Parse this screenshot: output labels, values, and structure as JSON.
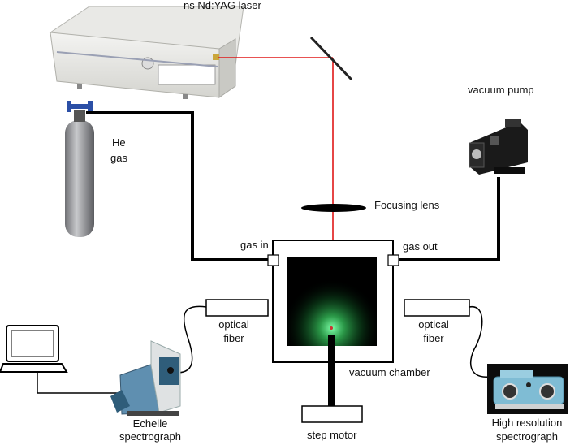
{
  "labels": {
    "laser": "ns Nd:YAG laser",
    "vacuum_pump": "vacuum pump",
    "he_gas_line1": "He",
    "he_gas_line2": "gas",
    "focusing_lens": "Focusing lens",
    "gas_in": "gas in",
    "gas_out": "gas out",
    "optical_fiber_left_line1": "optical",
    "optical_fiber_left_line2": "fiber",
    "optical_fiber_right_line1": "optical",
    "optical_fiber_right_line2": "fiber",
    "vacuum_chamber": "vacuum chamber",
    "echelle_line1": "Echelle",
    "echelle_line2": "spectrograph",
    "step_motor": "step motor",
    "high_res_line1": "High resolution",
    "high_res_line2": "spectrograph"
  },
  "colors": {
    "laser_beam": "#e01818",
    "gas_line": "#000000",
    "plasma_glow": "#3fbf5f",
    "chamber_interior": "#000000"
  }
}
